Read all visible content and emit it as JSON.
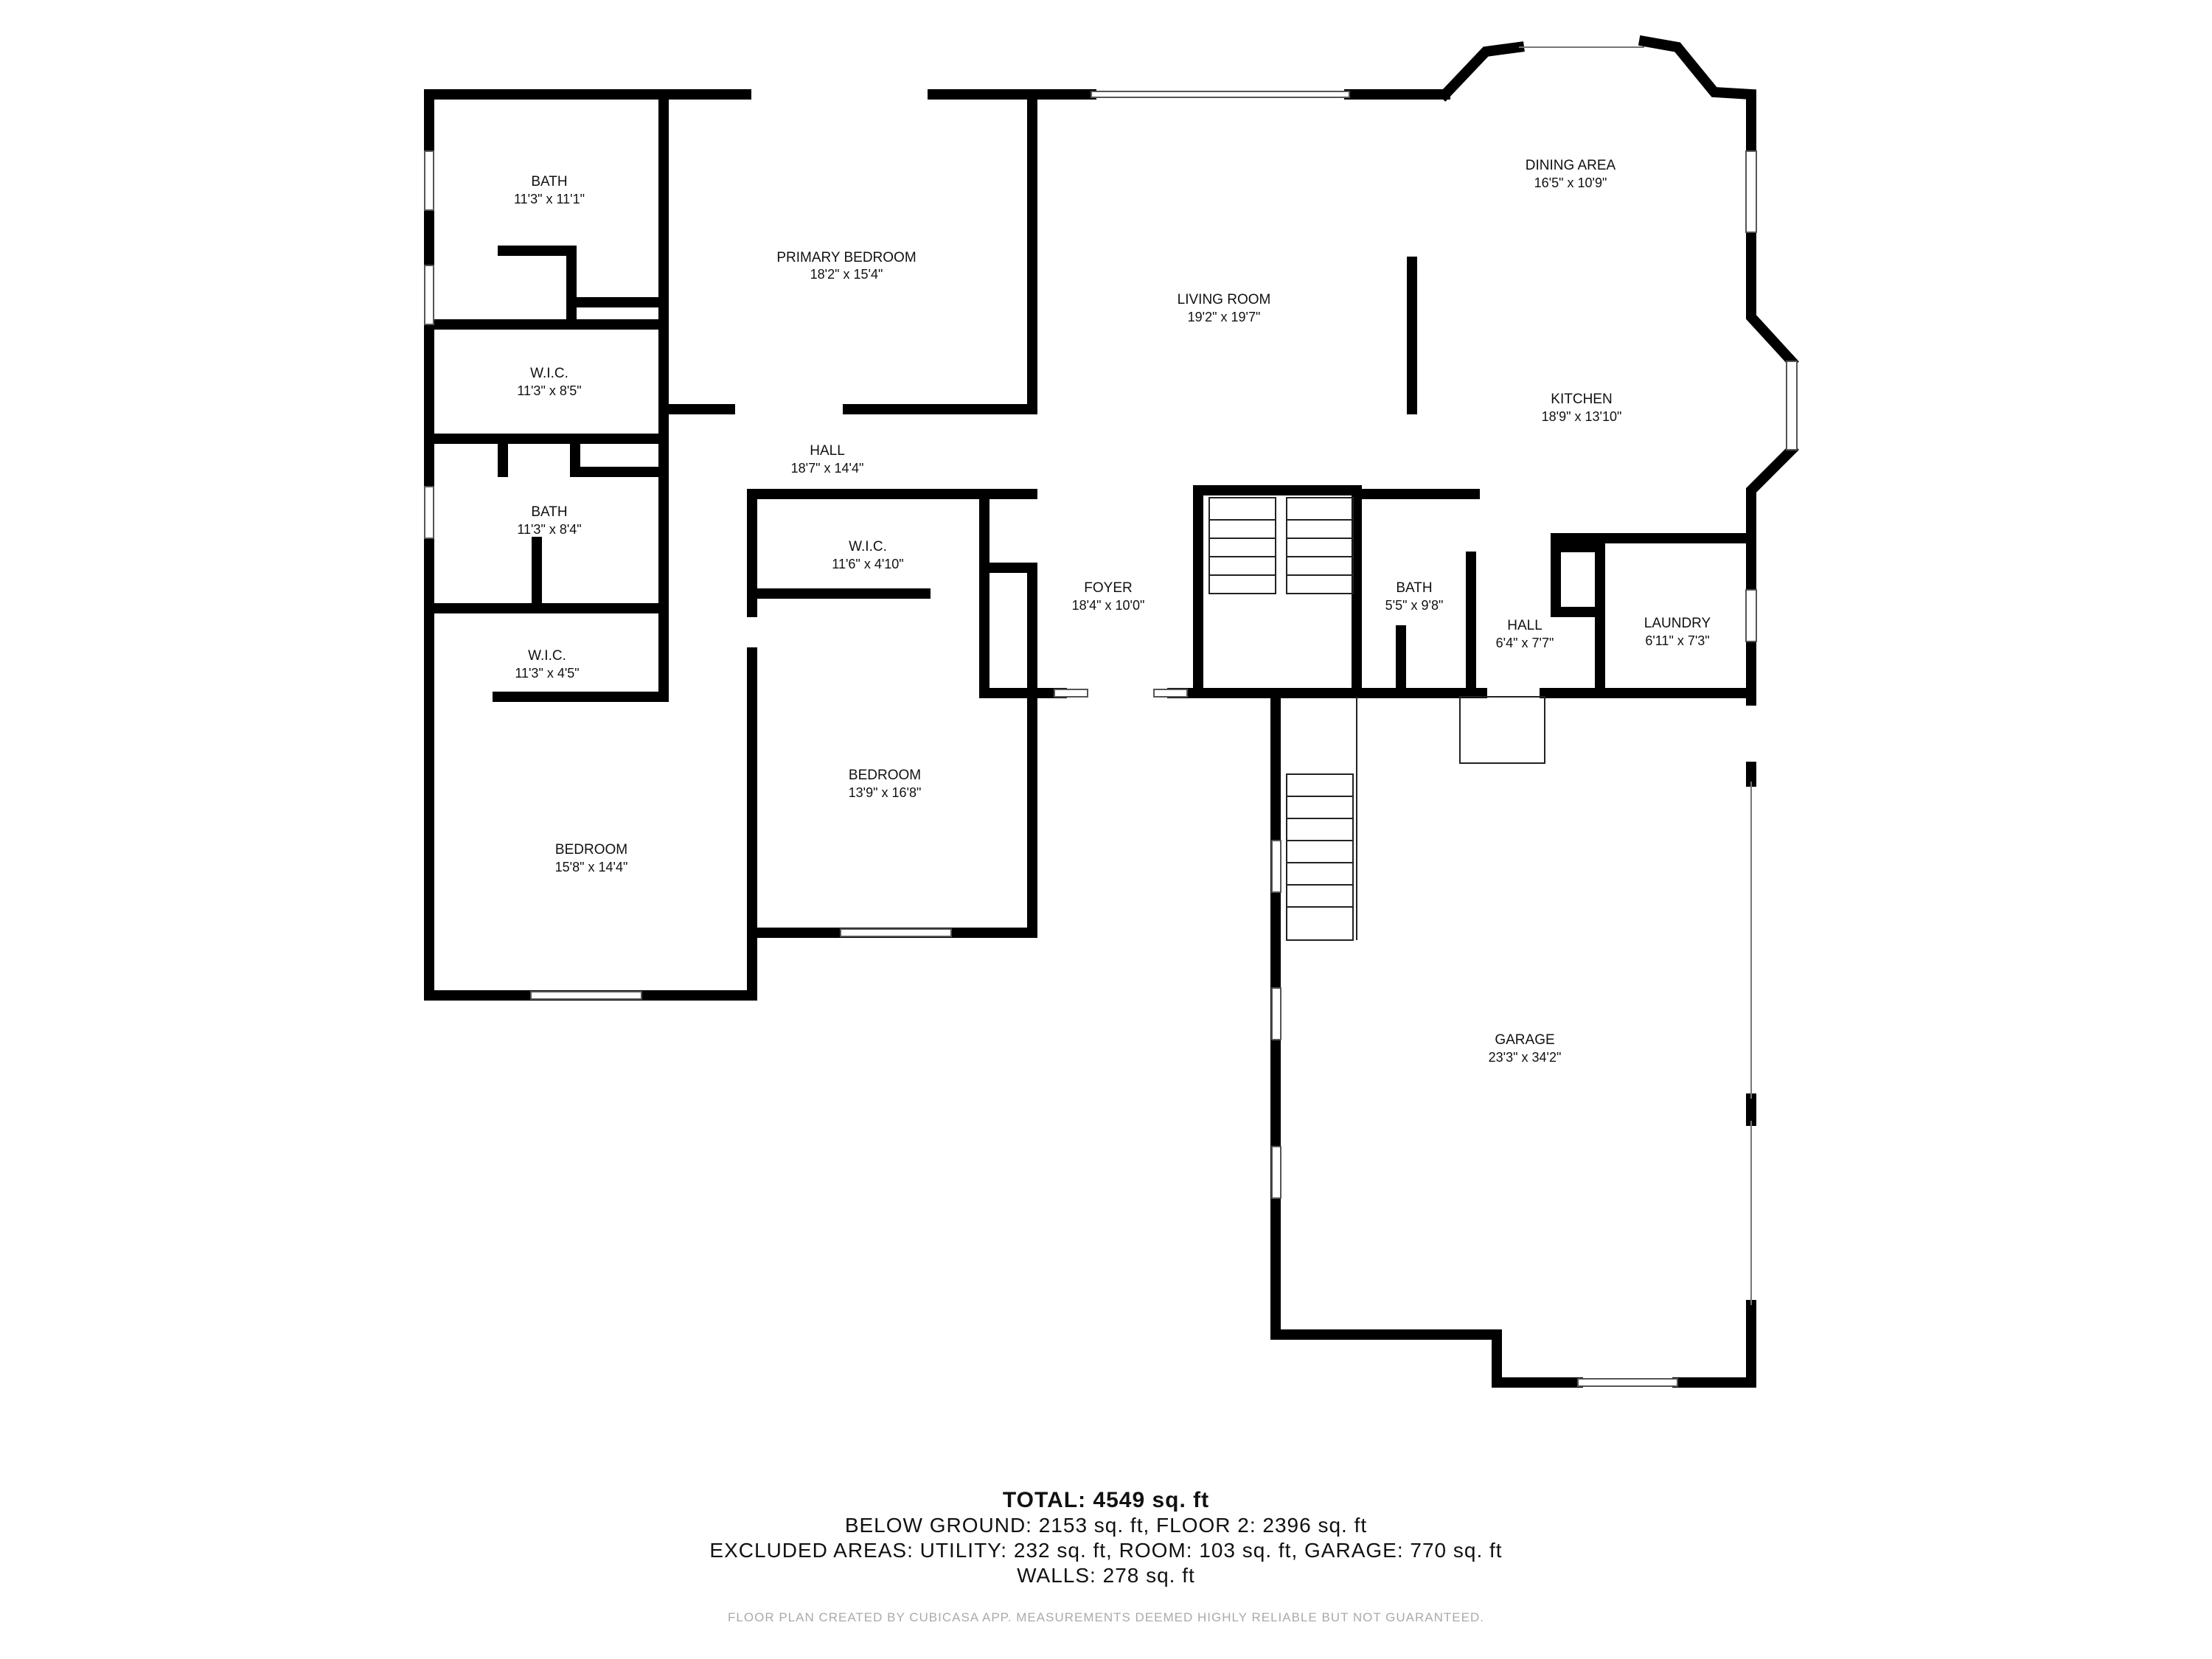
{
  "rooms": {
    "bath1": {
      "name": "BATH",
      "dim": "11'3\" x 11'1\""
    },
    "primary": {
      "name": "PRIMARY BEDROOM",
      "dim": "18'2\" x 15'4\""
    },
    "living": {
      "name": "LIVING ROOM",
      "dim": "19'2\" x 19'7\""
    },
    "dining": {
      "name": "DINING AREA",
      "dim": "16'5\" x 10'9\""
    },
    "kitchen": {
      "name": "KITCHEN",
      "dim": "18'9\" x 13'10\""
    },
    "wic1": {
      "name": "W.I.C.",
      "dim": "11'3\" x 8'5\""
    },
    "hall1": {
      "name": "HALL",
      "dim": "18'7\" x 14'4\""
    },
    "bath2": {
      "name": "BATH",
      "dim": "11'3\" x 8'4\""
    },
    "wic2": {
      "name": "W.I.C.",
      "dim": "11'6\" x 4'10\""
    },
    "foyer": {
      "name": "FOYER",
      "dim": "18'4\" x 10'0\""
    },
    "bath3": {
      "name": "BATH",
      "dim": "5'5\" x 9'8\""
    },
    "hall2": {
      "name": "HALL",
      "dim": "6'4\" x 7'7\""
    },
    "laundry": {
      "name": "LAUNDRY",
      "dim": "6'11\" x 7'3\""
    },
    "wic3": {
      "name": "W.I.C.",
      "dim": "11'3\" x 4'5\""
    },
    "bedroom1": {
      "name": "BEDROOM",
      "dim": "13'9\" x 16'8\""
    },
    "bedroom2": {
      "name": "BEDROOM",
      "dim": "15'8\" x 14'4\""
    },
    "garage": {
      "name": "GARAGE",
      "dim": "23'3\" x 34'2\""
    }
  },
  "totals": {
    "total": "TOTAL: 4549 sq. ft",
    "below": "BELOW GROUND: 2153 sq. ft, FLOOR 2: 2396 sq. ft",
    "excluded": "EXCLUDED AREAS: UTILITY: 232 sq. ft, ROOM: 103 sq. ft, GARAGE: 770 sq. ft",
    "walls": "WALLS: 278 sq. ft"
  },
  "disclaimer": "FLOOR PLAN CREATED BY CUBICASA APP. MEASUREMENTS DEEMED HIGHLY RELIABLE BUT NOT GUARANTEED."
}
